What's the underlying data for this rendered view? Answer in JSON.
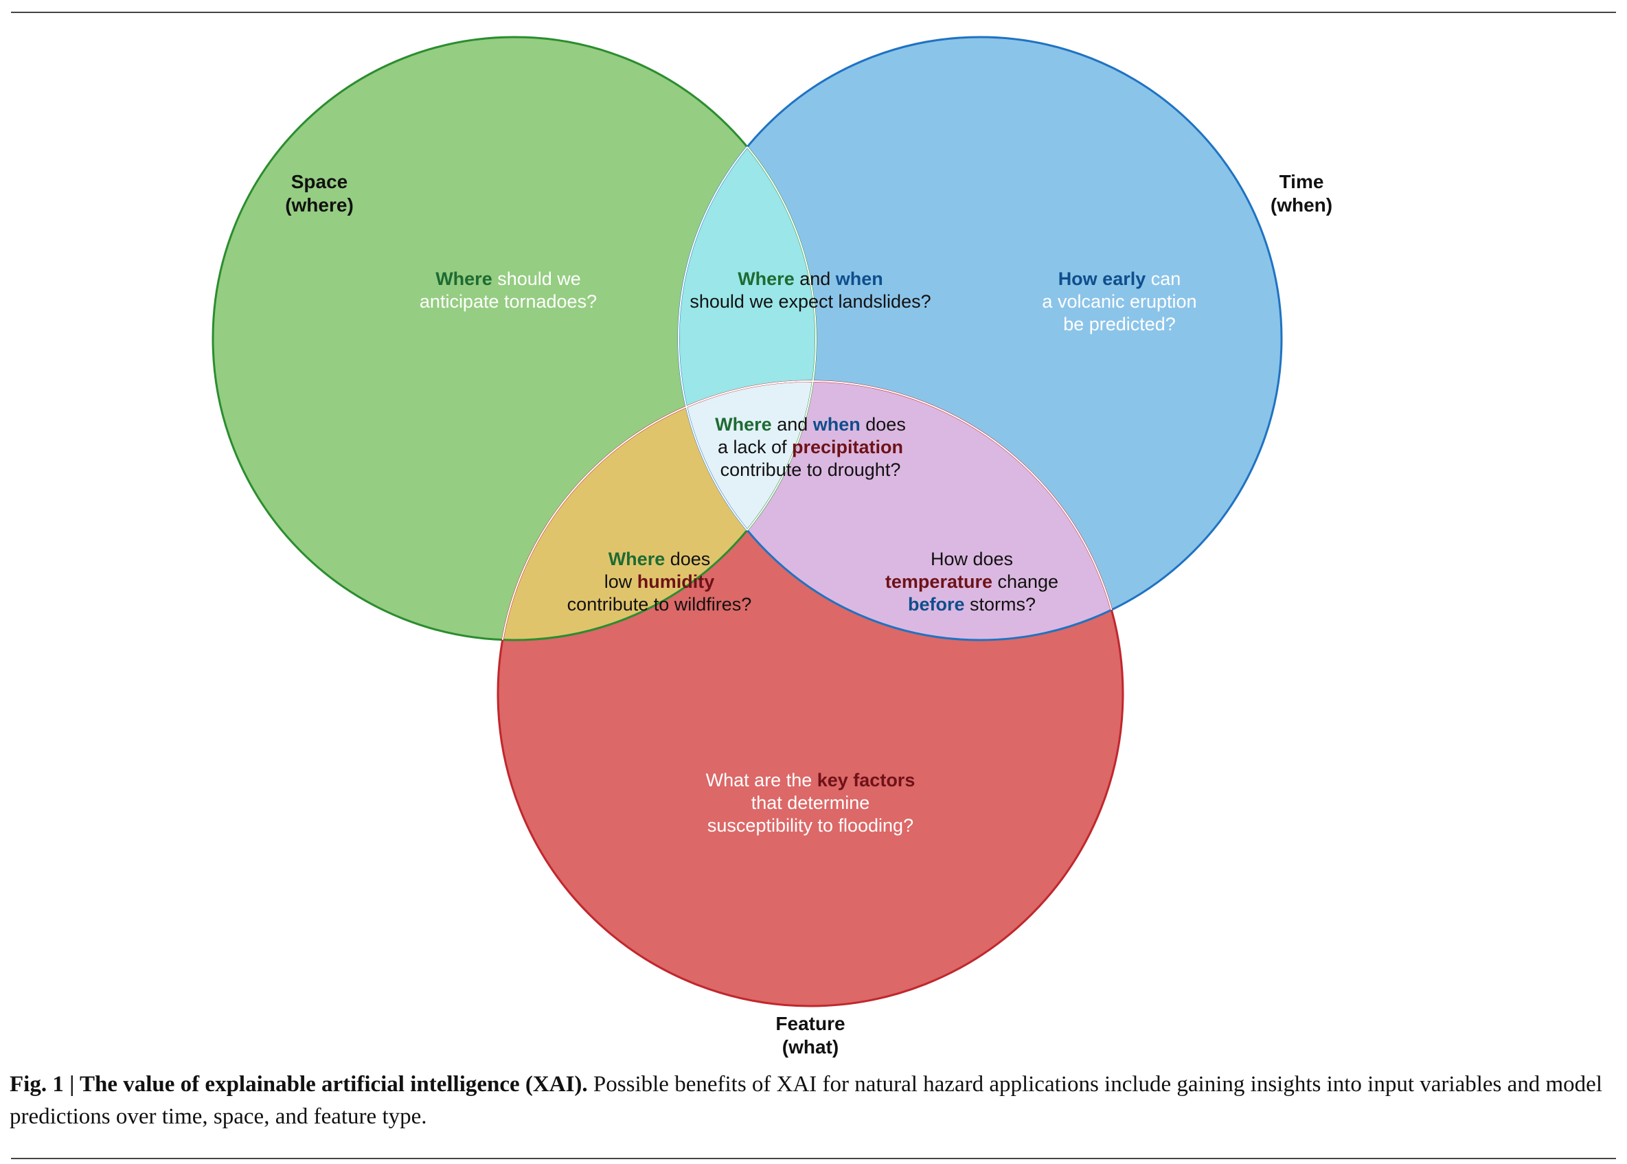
{
  "diagram": {
    "circles": {
      "space": {
        "label_line1": "Space",
        "label_line2": "(where)",
        "fill": "#95cd82",
        "stroke": "#2b8d2f"
      },
      "time": {
        "label_line1": "Time",
        "label_line2": "(when)",
        "fill": "#8bc4e9",
        "stroke": "#1f73c2"
      },
      "feature": {
        "label_line1": "Feature",
        "label_line2": "(what)",
        "fill": "#dc6867",
        "stroke": "#c0272d"
      }
    },
    "overlap_colors": {
      "space_time": "#9ae6e8",
      "space_feature": "#e0c46c",
      "time_feature": "#dbb8e1",
      "all": "#e3f2f9"
    },
    "questions": {
      "space": {
        "w1": "Where",
        "t1": " should we",
        "t2": "anticipate tornadoes?"
      },
      "time": {
        "w1": "How early",
        "t1": " can",
        "t2": "a volcanic eruption",
        "t3": "be predicted?"
      },
      "space_time": {
        "w1": "Where",
        "t1": " and ",
        "w2": "when",
        "t2": "should we expect landslides?"
      },
      "center": {
        "w1": "Where",
        "t1": " and ",
        "w2": "when",
        "t2": " does",
        "t3": "a lack of ",
        "w3": "precipitation",
        "t4": "contribute to drought?"
      },
      "space_feature": {
        "w1": "Where",
        "t1": " does",
        "t2": "low ",
        "w2": "humidity",
        "t3": "contribute to wildfires?"
      },
      "time_feature": {
        "t1": "How does",
        "w1": "temperature",
        "t2": " change",
        "w2": "before",
        "t3": " storms?"
      },
      "feature": {
        "t1": "What are the ",
        "w1": "key factors",
        "t2": "that determine",
        "t3": "susceptibility to flooding?"
      }
    }
  },
  "caption": {
    "bold": "Fig. 1 | The value of explainable artificial intelligence (XAI).",
    "text": " Possible benefits of XAI for natural hazard applications include gaining insights into input variables and model predictions over time, space, and feature type."
  }
}
